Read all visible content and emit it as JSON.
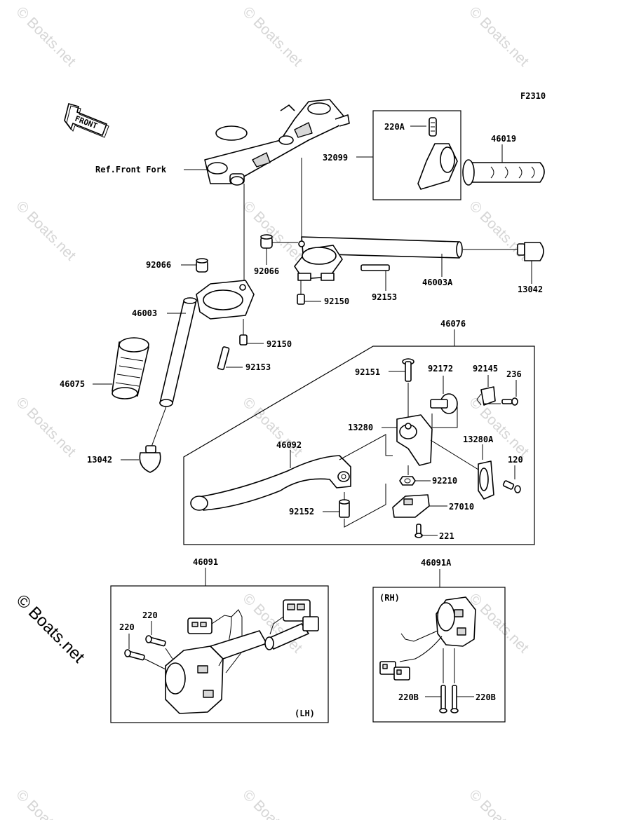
{
  "diagram_code": "F2310",
  "front_arrow_label": "FRONT",
  "copyright": "© Boats.net",
  "watermark_text": "© Boats.net",
  "labels": {
    "ref_front_fork": "Ref.Front Fork",
    "p220A": "220A",
    "p46019": "46019",
    "p32099": "32099",
    "p92066_left": "92066",
    "p92066_right": "92066",
    "p46003": "46003",
    "p46003A": "46003A",
    "p13042_right": "13042",
    "p92150_upper": "92150",
    "p92153_right": "92153",
    "p92150_lower": "92150",
    "p92153_left": "92153",
    "p46075": "46075",
    "p13042_left": "13042",
    "p46076": "46076",
    "p92151": "92151",
    "p92172": "92172",
    "p92145": "92145",
    "p236": "236",
    "p13280": "13280",
    "p46092": "46092",
    "p13280A": "13280A",
    "p120": "120",
    "p92210": "92210",
    "p27010": "27010",
    "p92152": "92152",
    "p221": "221",
    "p46091": "46091",
    "p46091A": "46091A",
    "p220_a": "220",
    "p220_b": "220",
    "lh": "(LH)",
    "rh": "(RH)",
    "p220B_left": "220B",
    "p220B_right": "220B"
  }
}
